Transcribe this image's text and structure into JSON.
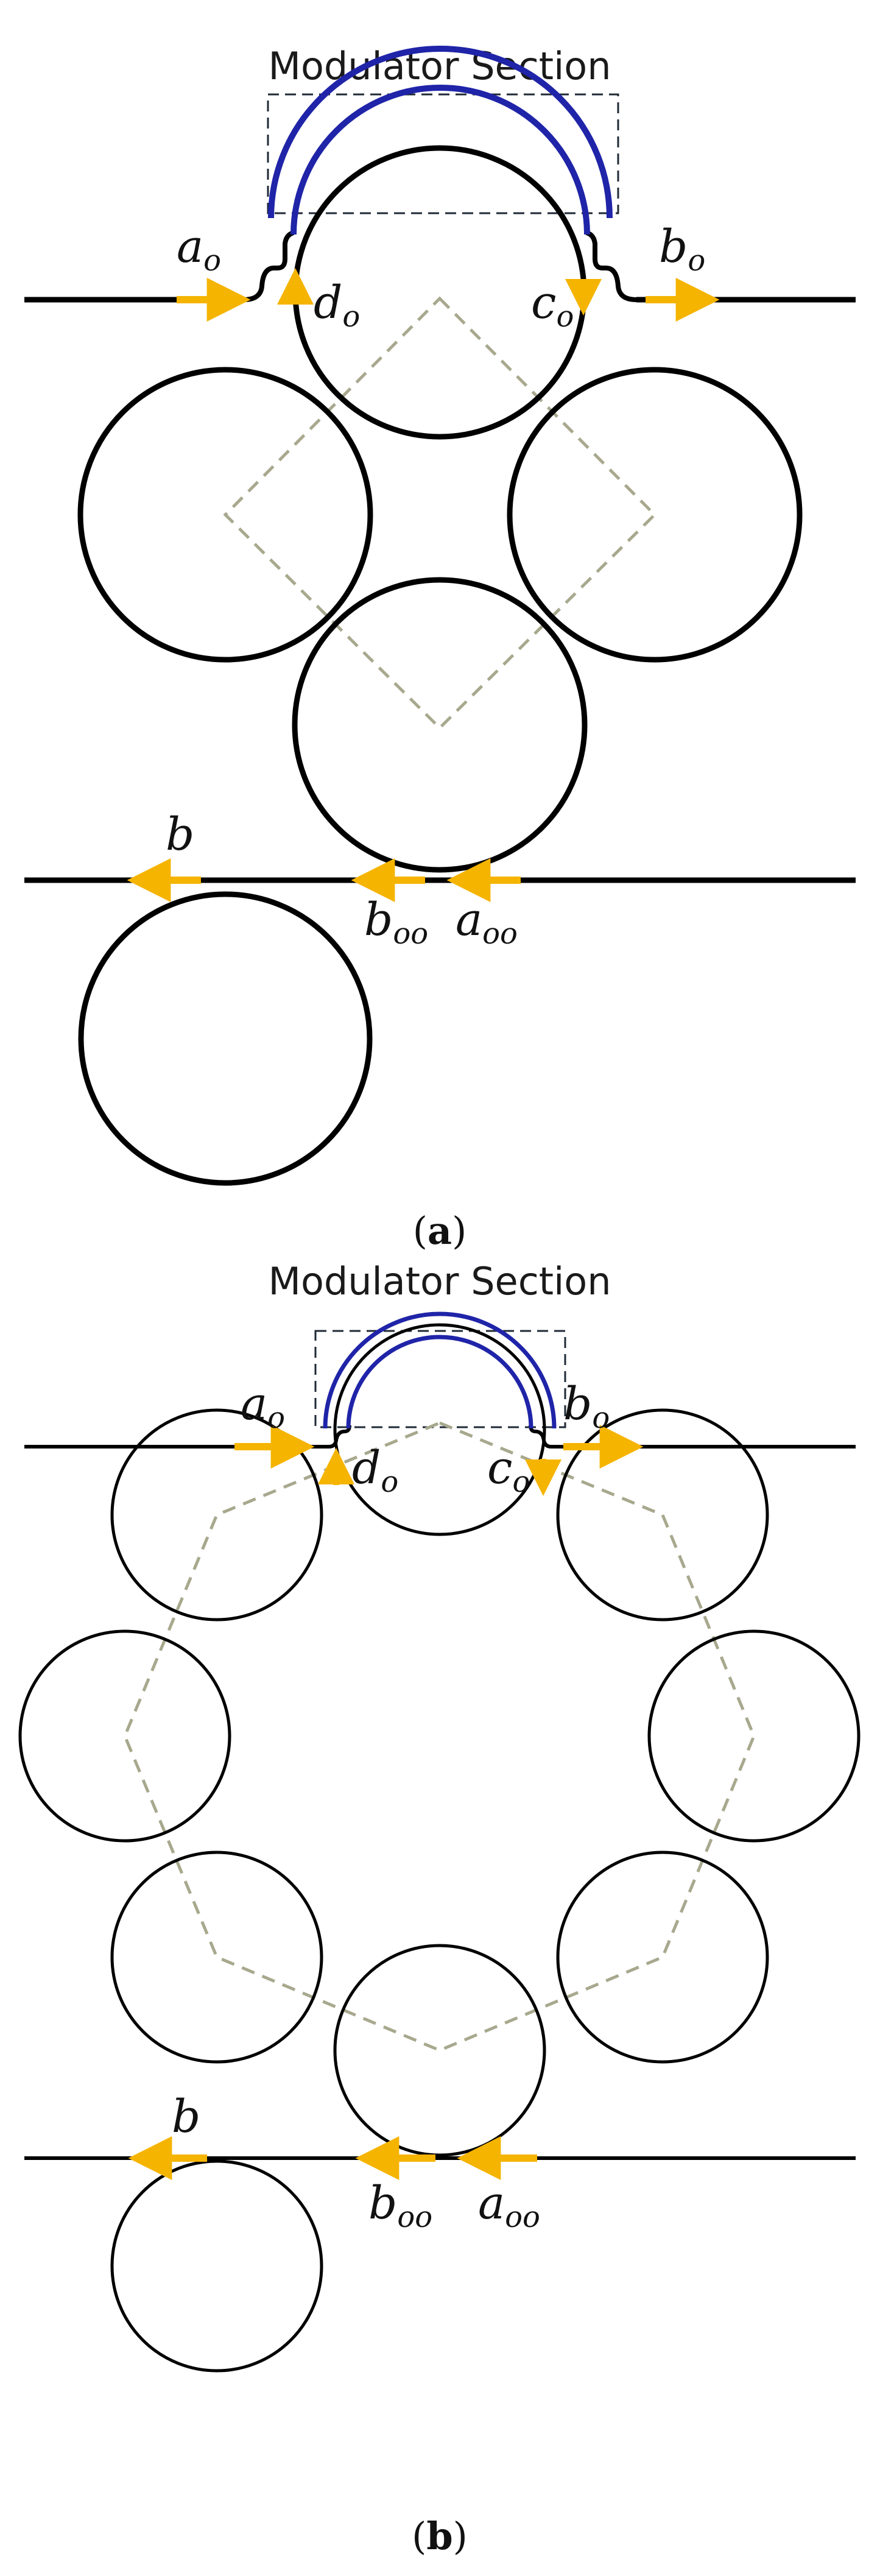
{
  "colors": {
    "ring": "#000000",
    "modulator_arc": "#1f24a8",
    "arrow": "#f5b400",
    "polygon": "#a8a88e"
  },
  "panel_a": {
    "title": "Modulator Section",
    "caption_open": "(",
    "caption_letter": "a",
    "caption_close": ")",
    "labels": {
      "a0": {
        "base": "a",
        "sub": "o"
      },
      "b0": {
        "base": "b",
        "sub": "o"
      },
      "c0": {
        "base": "c",
        "sub": "o"
      },
      "d0": {
        "base": "d",
        "sub": "o"
      },
      "b": {
        "base": "b"
      },
      "boo": {
        "base": "b",
        "sub": "oo"
      },
      "aoo": {
        "base": "a",
        "sub": "oo"
      }
    }
  },
  "panel_b": {
    "title": "Modulator Section",
    "caption_open": "(",
    "caption_letter": "b",
    "caption_close": ")",
    "labels": {
      "a0": {
        "base": "a",
        "sub": "o"
      },
      "b0": {
        "base": "b",
        "sub": "o"
      },
      "c0": {
        "base": "c",
        "sub": "o"
      },
      "d0": {
        "base": "d",
        "sub": "o"
      },
      "b": {
        "base": "b"
      },
      "boo": {
        "base": "b",
        "sub": "oo"
      },
      "aoo": {
        "base": "a",
        "sub": "oo"
      }
    }
  }
}
